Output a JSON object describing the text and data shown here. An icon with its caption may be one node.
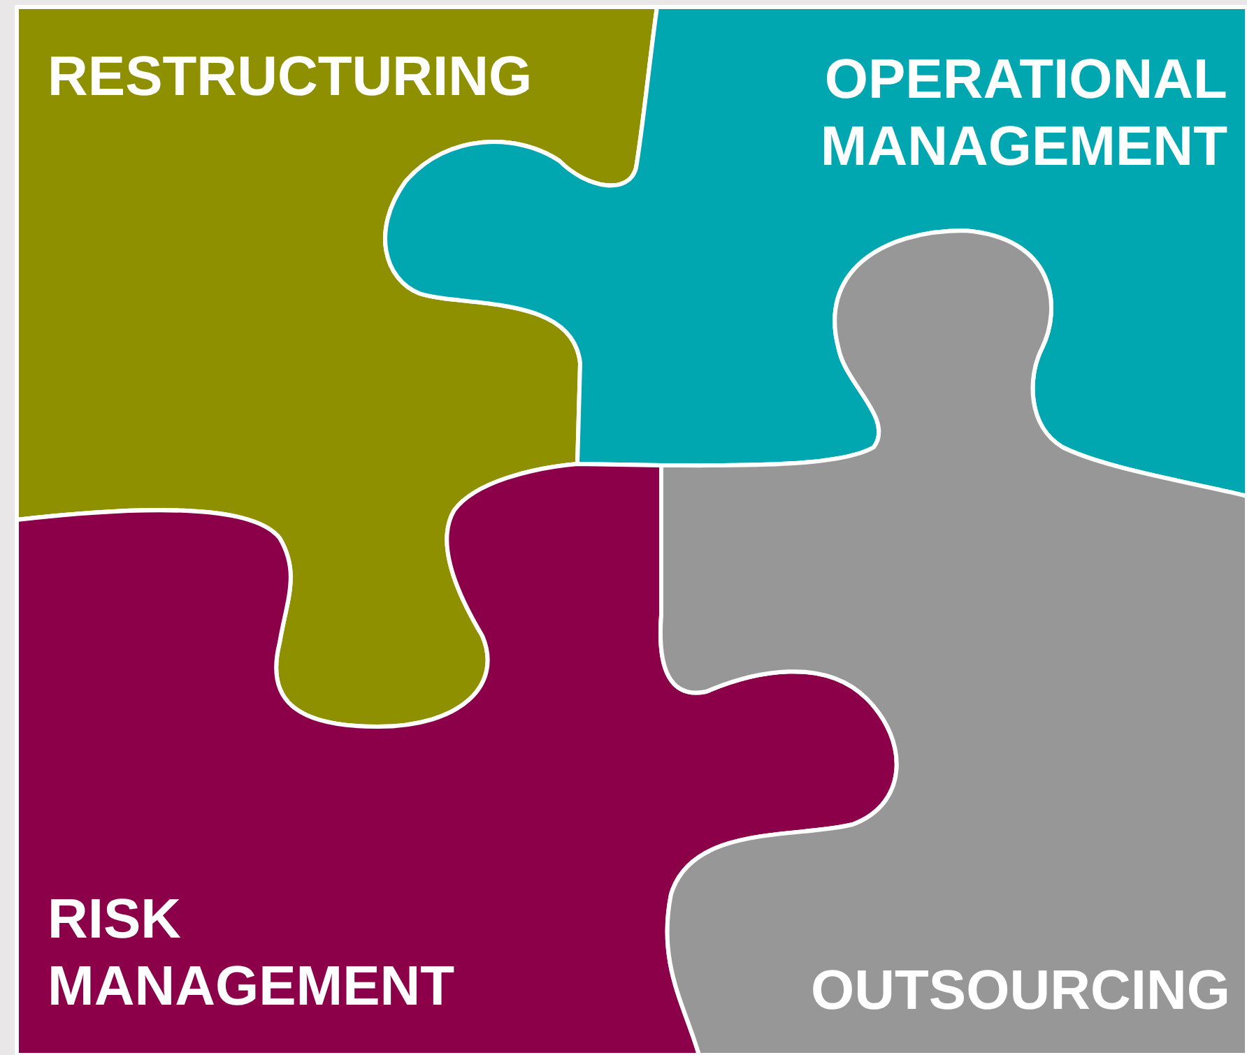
{
  "diagram": {
    "nodes": [
      {
        "text": [
          "RESTRUCTURING"
        ]
      },
      {
        "text": [
          "OPERATIONAL MANAGEMENT"
        ]
      },
      {
        "text": [
          "RISK MANAGEMENT"
        ]
      },
      {
        "text": [
          "OUTSOURCING"
        ]
      }
    ]
  }
}
